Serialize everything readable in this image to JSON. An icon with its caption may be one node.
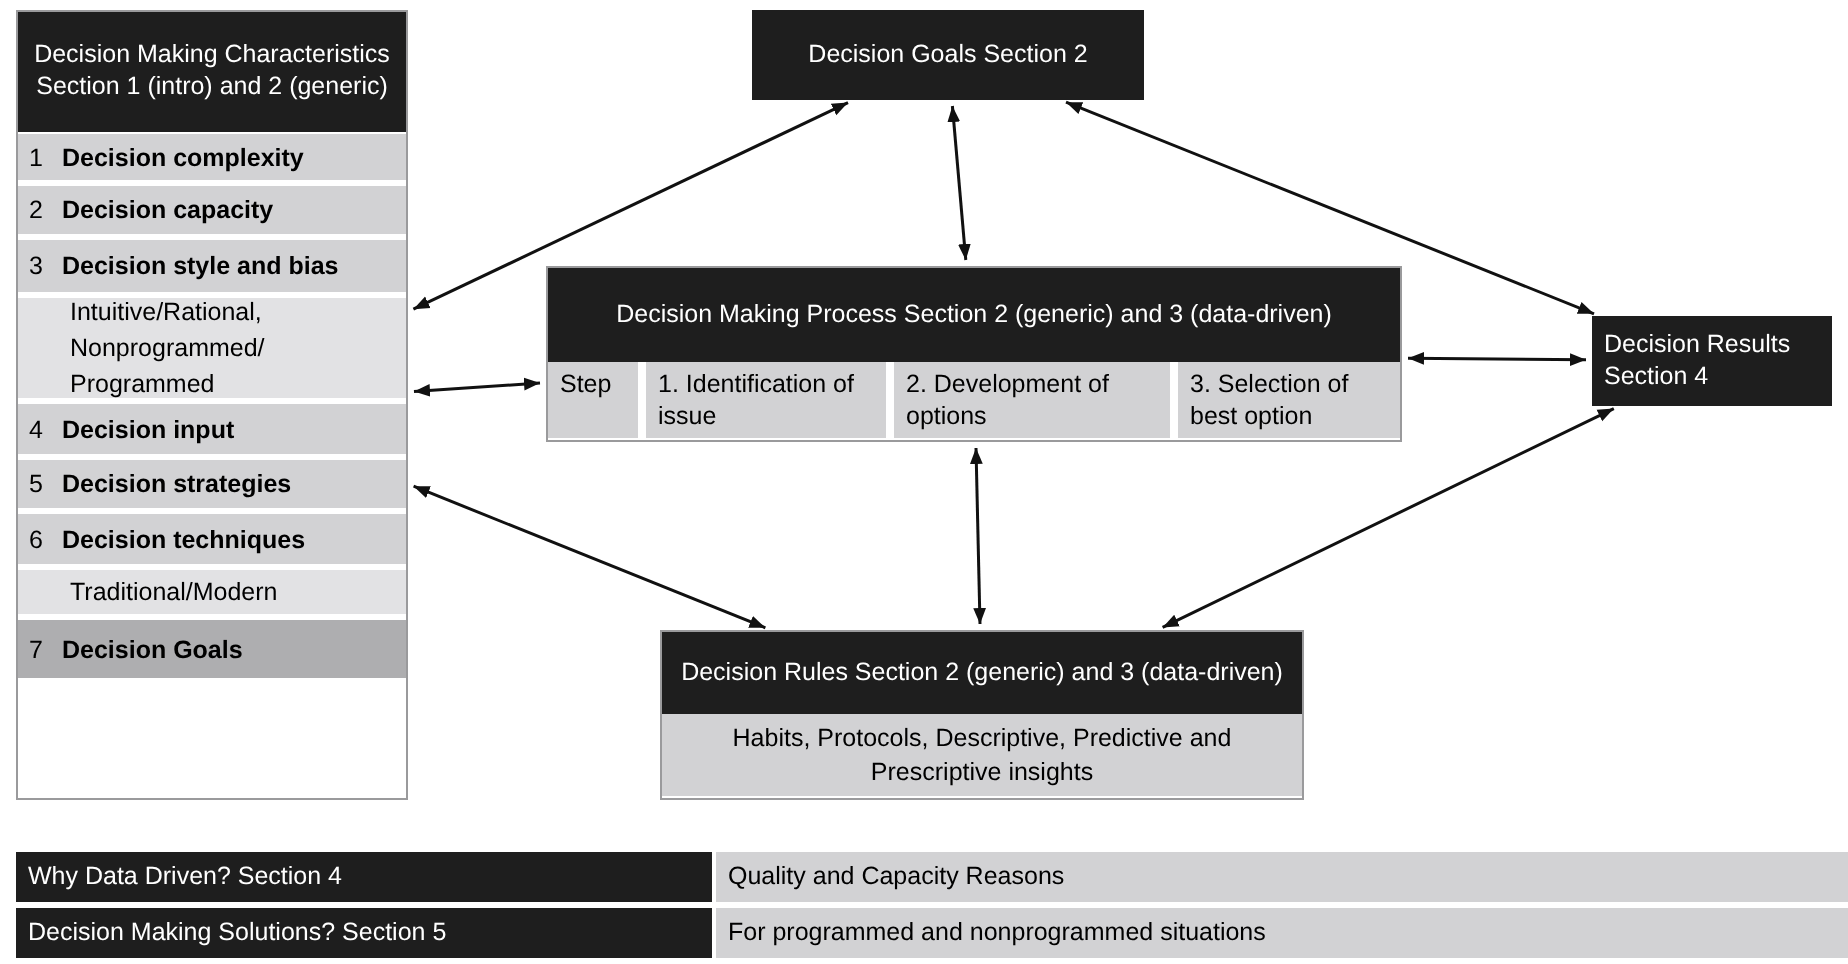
{
  "diagram": {
    "nodes": [
      {
        "text": [
          "Decision Making Characteristics Section 1 (intro) and 2 (generic)"
        ]
      },
      {
        "text": [
          "1",
          "Decision complexity"
        ],
        "in": 0
      },
      {
        "text": [
          "2",
          "Decision capacity"
        ],
        "in": 0
      },
      {
        "text": [
          "3",
          "Decision style and bias"
        ],
        "in": 0
      },
      {
        "text": [
          "Intuitive/Rational, Nonprogrammed/ Programmed"
        ],
        "in": 0
      },
      {
        "text": [
          "4",
          "Decision input"
        ],
        "in": 0
      },
      {
        "text": [
          "5",
          "Decision strategies"
        ],
        "in": 0
      },
      {
        "text": [
          "6",
          "Decision techniques"
        ],
        "in": 0
      },
      {
        "text": [
          "Traditional/Modern"
        ],
        "in": 0
      },
      {
        "text": [
          "7",
          "Decision Goals"
        ],
        "in": 0
      },
      {
        "text": [
          "Decision Goals Section 2"
        ]
      },
      {
        "text": [
          "Decision Making Process Section 2 (generic) and 3 (data-driven)"
        ]
      },
      {
        "text": [
          "Step"
        ],
        "in": 11
      },
      {
        "text": [
          "1. Identification of issue"
        ],
        "in": 11
      },
      {
        "text": [
          "2. Development of options"
        ],
        "in": 11
      },
      {
        "text": [
          "3. Selection of best option"
        ],
        "in": 11
      },
      {
        "text": [
          "Decision Results Section 4"
        ]
      },
      {
        "text": [
          "Decision Rules Section 2 (generic) and 3 (data-driven)"
        ]
      },
      {
        "text": [
          "Habits, Protocols, Descriptive, Predictive and Prescriptive insights"
        ],
        "in": 17
      }
    ],
    "edges": [
      {
        "from": 0,
        "to": 10,
        "arrow": "both"
      },
      {
        "from": 0,
        "to": 11,
        "arrow": "both"
      },
      {
        "from": 0,
        "to": 17,
        "arrow": "both"
      },
      {
        "from": 10,
        "to": 11,
        "arrow": "both"
      },
      {
        "from": 11,
        "to": 17,
        "arrow": "both"
      },
      {
        "from": 10,
        "to": 16,
        "arrow": "both"
      },
      {
        "from": 11,
        "to": 16,
        "arrow": "both"
      },
      {
        "from": 17,
        "to": 16,
        "arrow": "both"
      }
    ],
    "labels": [
      "Why Data Driven? Section 4",
      "Quality and Capacity Reasons",
      "Decision Making Solutions? Section 5",
      "For programmed and nonprogrammed situations"
    ]
  }
}
